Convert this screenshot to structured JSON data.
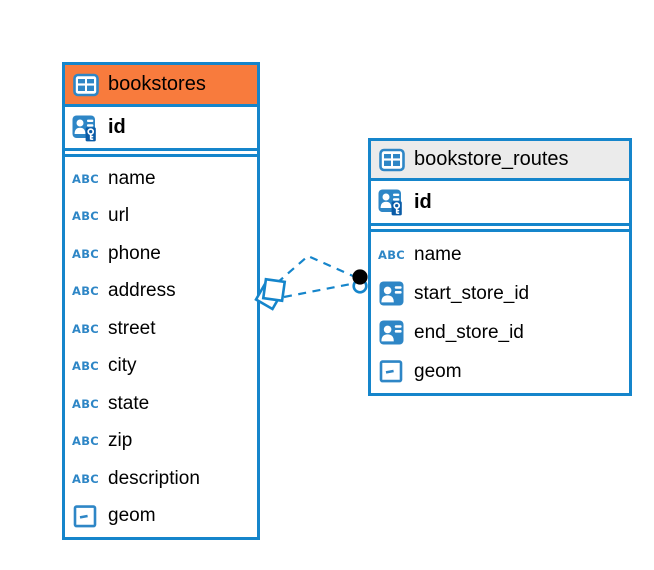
{
  "colors": {
    "table_border_blue": "#1585CB",
    "icon_blue": "#2E86C6",
    "key_badge_blue": "#0A5BA6",
    "bookstores_header_orange": "#F87B3D",
    "routes_header_gray": "#EBEBEB",
    "relationship_line_blue": "#1585CB",
    "endpoint_dot_black": "#000000"
  },
  "diagram": {
    "tables": [
      {
        "name": "bookstores",
        "header_color": "#F87B3D",
        "primary_key": {
          "name": "id",
          "icon": "primary-key-icon"
        },
        "columns": [
          {
            "name": "name",
            "icon": "text-type-icon"
          },
          {
            "name": "url",
            "icon": "text-type-icon"
          },
          {
            "name": "phone",
            "icon": "text-type-icon"
          },
          {
            "name": "address",
            "icon": "text-type-icon"
          },
          {
            "name": "street",
            "icon": "text-type-icon"
          },
          {
            "name": "city",
            "icon": "text-type-icon"
          },
          {
            "name": "state",
            "icon": "text-type-icon"
          },
          {
            "name": "zip",
            "icon": "text-type-icon"
          },
          {
            "name": "description",
            "icon": "text-type-icon"
          },
          {
            "name": "geom",
            "icon": "geometry-type-icon"
          }
        ]
      },
      {
        "name": "bookstore_routes",
        "header_color": "#EBEBEB",
        "primary_key": {
          "name": "id",
          "icon": "primary-key-icon"
        },
        "columns": [
          {
            "name": "name",
            "icon": "text-type-icon"
          },
          {
            "name": "start_store_id",
            "icon": "reference-type-icon"
          },
          {
            "name": "end_store_id",
            "icon": "reference-type-icon"
          },
          {
            "name": "geom",
            "icon": "geometry-type-icon"
          }
        ]
      }
    ],
    "relationships": [
      {
        "from": "bookstores",
        "to": "bookstore_routes",
        "style": "dashed"
      },
      {
        "from": "bookstores",
        "to": "bookstore_routes",
        "style": "dashed"
      }
    ],
    "text_type_glyph": "ABC"
  }
}
